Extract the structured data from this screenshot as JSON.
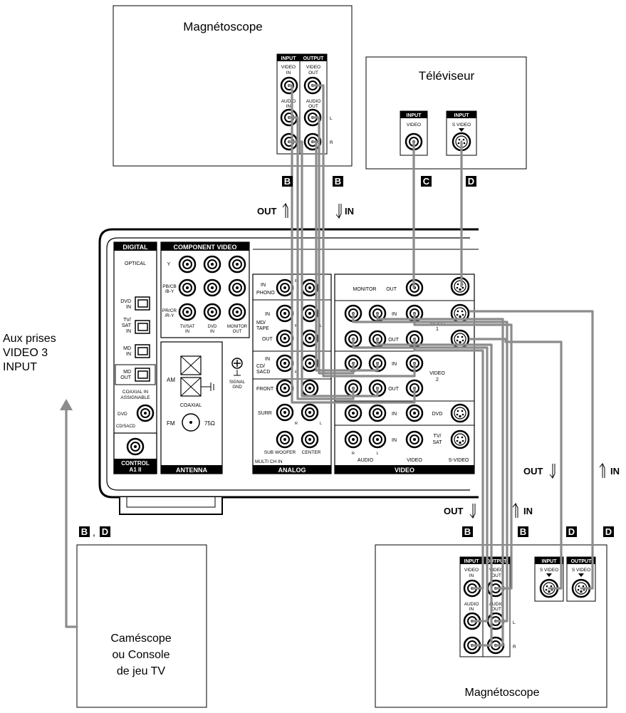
{
  "devices": {
    "vcr_top": {
      "title": "Magnétoscope"
    },
    "tv": {
      "title": "Téléviseur",
      "input_label": "INPUT",
      "video_label": "VIDEO",
      "svideo_label": "S VIDEO"
    },
    "camcorder": {
      "title_lines": [
        "Caméscope",
        "ou Console",
        "de jeu TV"
      ]
    },
    "vcr_bottom": {
      "title": "Magnétoscope"
    }
  },
  "jack_labels": {
    "input": "INPUT",
    "output": "OUTPUT",
    "video_in": [
      "VIDEO",
      "IN"
    ],
    "video_out": [
      "VIDEO",
      "OUT"
    ],
    "audio_in": [
      "AUDIO",
      "IN"
    ],
    "audio_out": [
      "AUDIO",
      "OUT"
    ],
    "s_video": "S VIDEO",
    "l": "L",
    "r": "R"
  },
  "note_left": [
    "Aux prises",
    "VIDEO 3",
    "INPUT"
  ],
  "cable_letters": {
    "b": "B",
    "c": "C",
    "d": "D",
    "bd_sep": ","
  },
  "arrows": {
    "out": "OUT",
    "in": "IN"
  },
  "receiver": {
    "digital": "DIGITAL",
    "optical": "OPTICAL",
    "dvd_in": [
      "DVD",
      "IN"
    ],
    "tvsat_in": [
      "TV/",
      "SAT",
      "IN"
    ],
    "md_in": [
      "MD",
      "IN"
    ],
    "md_out": [
      "MD",
      "OUT"
    ],
    "coaxial_in": [
      "COAXIAL IN",
      "ASSIGNABLE"
    ],
    "dvd": "DVD",
    "cdsacd": "CD/SACD",
    "control": [
      "CONTROL",
      "A1 II"
    ],
    "component_video": "COMPONENT VIDEO",
    "y": "Y",
    "pb": [
      "PB/CB",
      "/B-Y"
    ],
    "pr": [
      "PR/CR",
      "/R-Y"
    ],
    "comp_cols": [
      [
        "TV/SAT",
        "IN"
      ],
      [
        "DVD",
        "IN"
      ],
      [
        "MONITOR",
        "OUT"
      ]
    ],
    "antenna": "ANTENNA",
    "am": "AM",
    "coaxial": "COAXIAL",
    "fm": "FM",
    "ohm": "75Ω",
    "signal_gnd": [
      "SIGNAL",
      "GND"
    ],
    "analog": "ANALOG",
    "phono": [
      "IN",
      "PHONO"
    ],
    "md_tape": [
      "IN",
      "MD/",
      "TAPE",
      "OUT"
    ],
    "cd_sacd": [
      "IN",
      "CD/",
      "SACD"
    ],
    "front": "FRONT",
    "surr": "SURR",
    "sub_woofer": "SUB WOOFER",
    "center": "CENTER",
    "multi_ch_in": "MULTI CH IN",
    "video": "VIDEO",
    "monitor": "MONITOR",
    "out": "OUT",
    "in": "IN",
    "video1": [
      "VIDEO",
      "1"
    ],
    "video2": [
      "VIDEO",
      "2"
    ],
    "dvd_row": "DVD",
    "tvsat_row": [
      "TV/",
      "SAT"
    ],
    "audio": "AUDIO",
    "video_col": "VIDEO",
    "svideo_col": "S-VIDEO",
    "r": "R",
    "l": "L"
  },
  "colors": {
    "cable": "#8c8c8c",
    "panel": "#000000",
    "accent": "#000000"
  }
}
